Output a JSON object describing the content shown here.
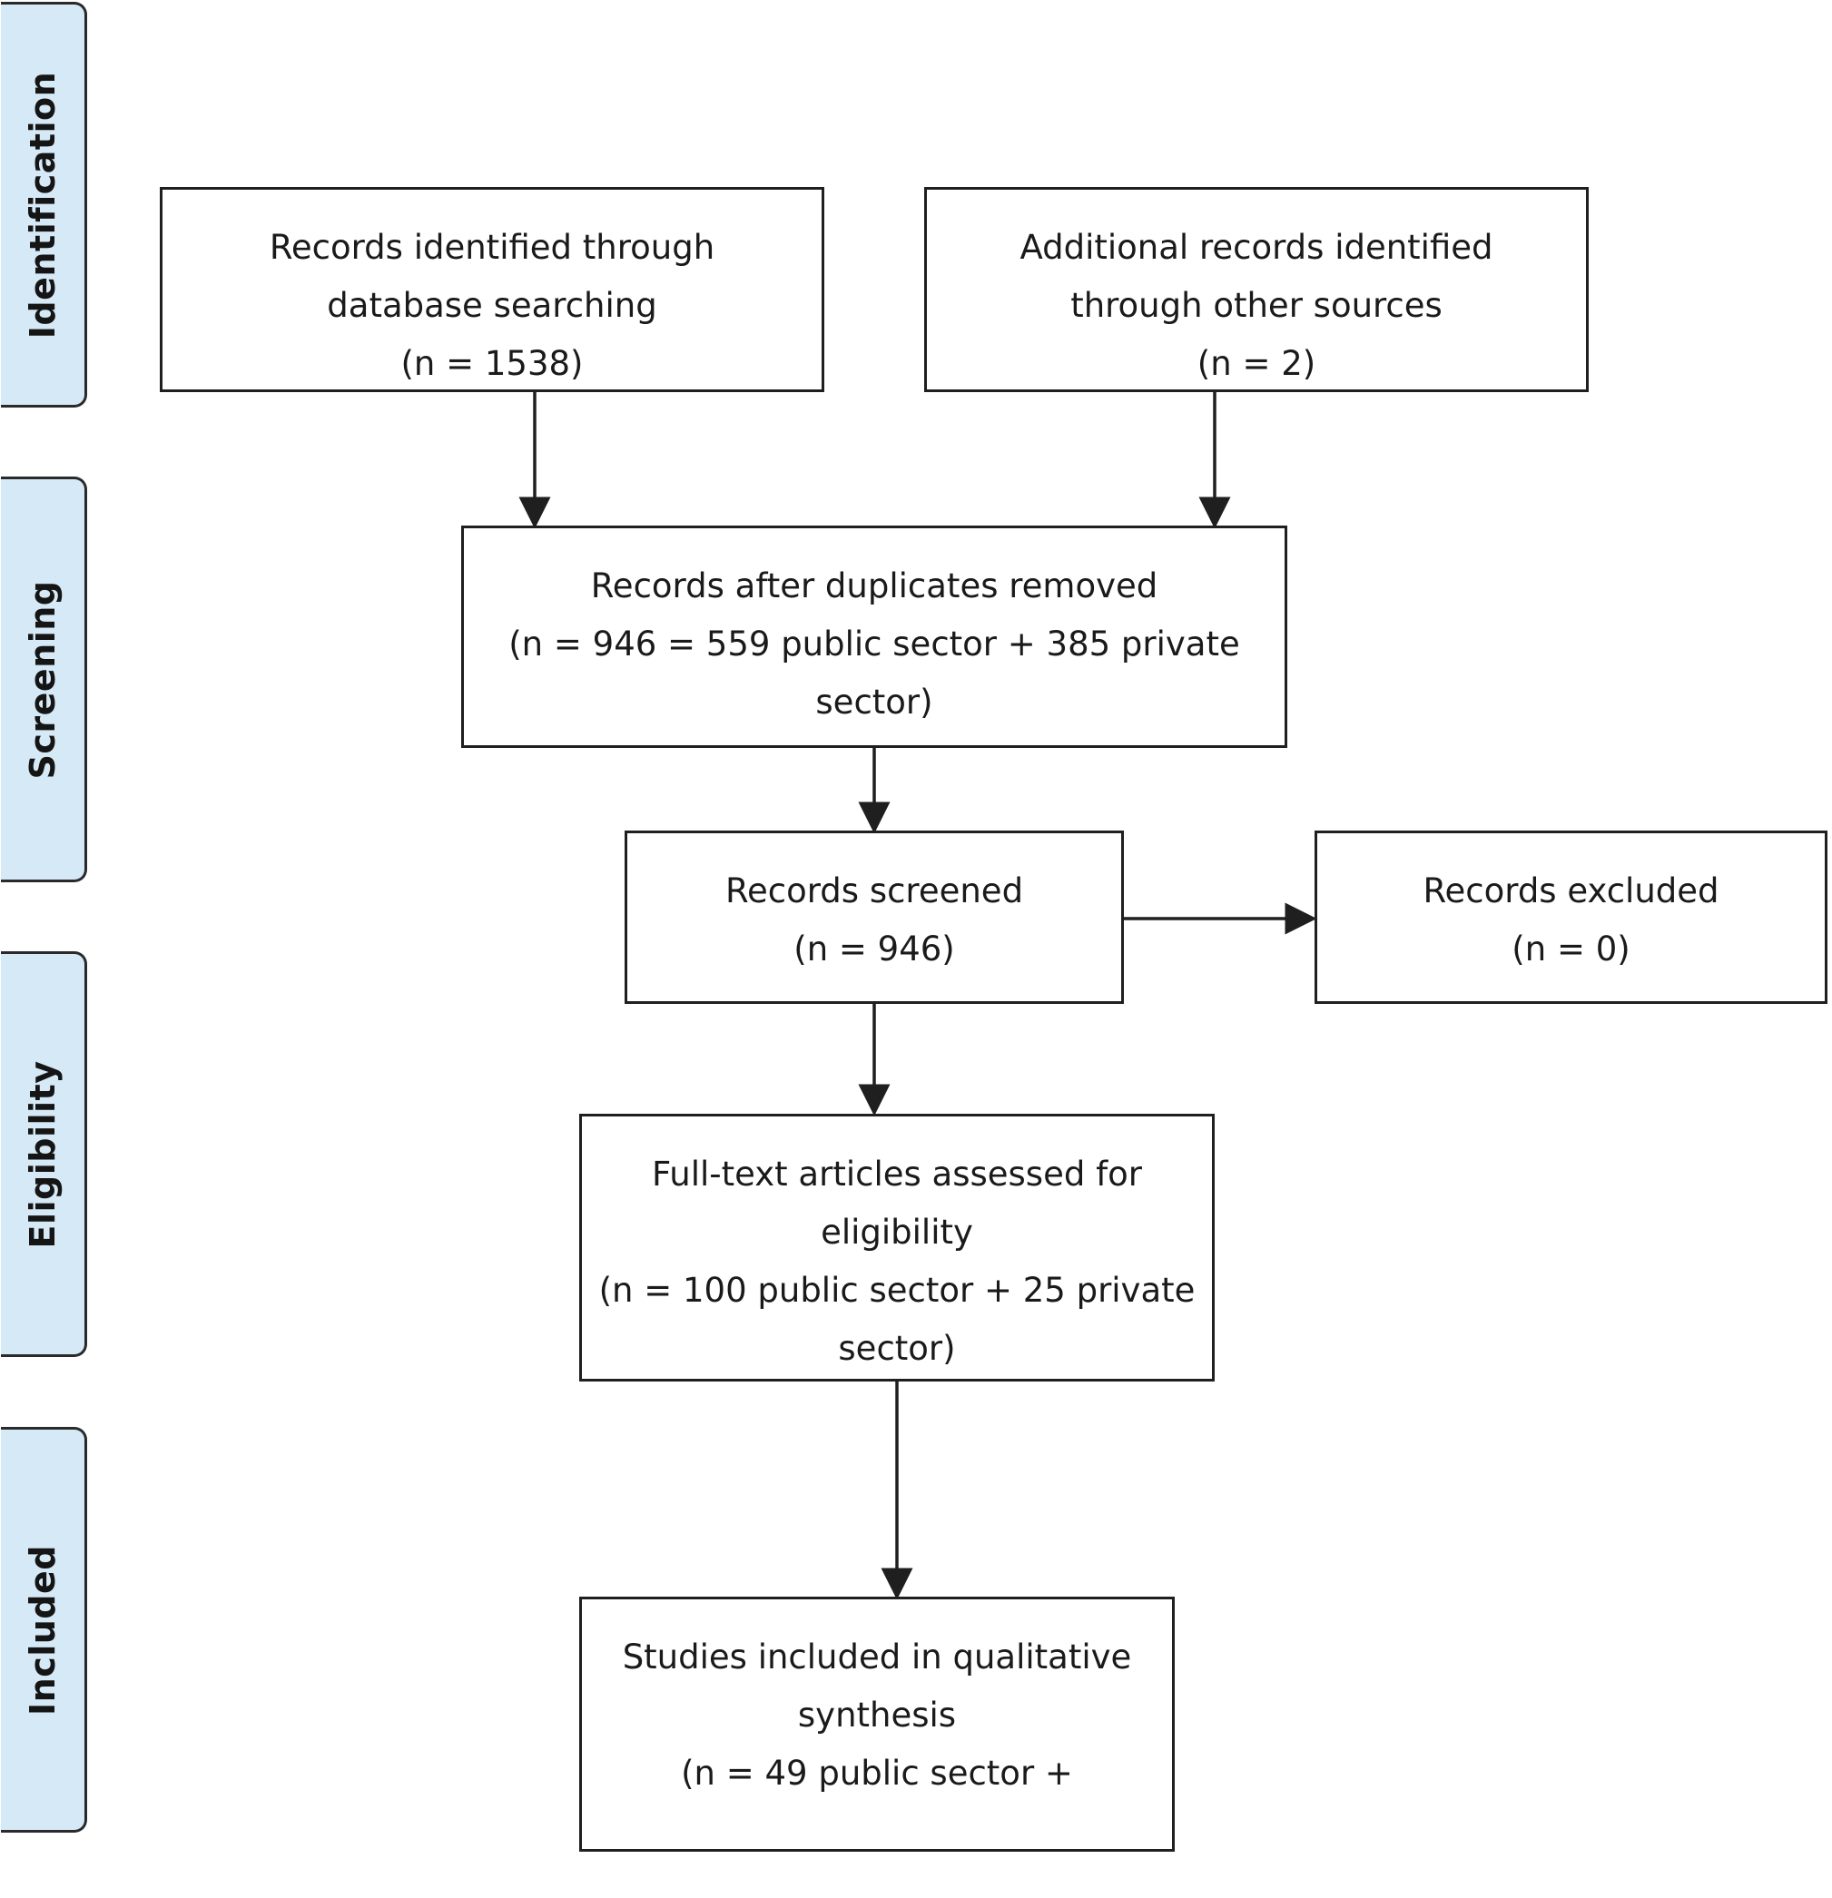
{
  "phases": {
    "identification": "Identification",
    "screening": "Screening",
    "eligibility": "Eligibility",
    "included": "Included"
  },
  "boxes": {
    "database_search": {
      "line1": "Records identified through",
      "line2": "database searching",
      "line3": "(n = 1538)"
    },
    "other_sources": {
      "line1": "Additional records identified",
      "line2": "through other sources",
      "line3": "(n = 2)"
    },
    "duplicates_removed": {
      "line1": "Records after duplicates removed",
      "line2": "(n = 946 = 559 public sector + 385 private",
      "line3": "sector)"
    },
    "screened": {
      "line1": "Records screened",
      "line2": "(n = 946)"
    },
    "excluded": {
      "line1": "Records excluded",
      "line2": "(n = 0)"
    },
    "full_text": {
      "line1": "Full-text articles assessed for",
      "line2": "eligibility",
      "line3": "(n = 100 public sector + 25 private",
      "line4": "sector)"
    },
    "included_studies": {
      "line1": "Studies included in qualitative",
      "line2": "synthesis",
      "line3": "(n = 49 public sector +"
    }
  },
  "colors": {
    "phase_fill": "#d6e9f6",
    "stroke": "#1f1f1f"
  }
}
